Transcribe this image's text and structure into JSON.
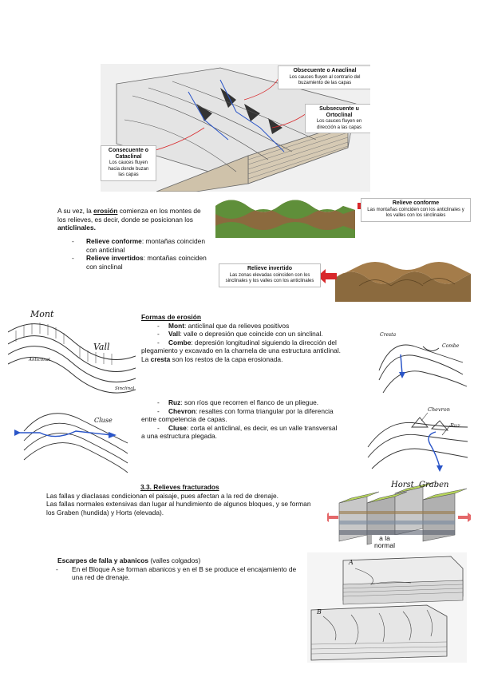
{
  "fig1": {
    "obsecuente_title": "Obsecuente o Anaclinal",
    "obsecuente_desc": "Los cauces fluyen al contrario del buzamiento de las capas",
    "subsecuente_title": "Subsecuente u Ortoclinal",
    "subsecuente_desc": "Los cauces fluyen en dirección a las capas",
    "consecuente_title": "Consecuente o Cataclinal",
    "consecuente_desc": "Los cauces fluyen hacia donde buzan las capas"
  },
  "intro": {
    "p1_pre": "A su vez,  la ",
    "p1_key": "erosión",
    "p1_post": " comienza en los montes de los relieves, es decir, donde se posicionan los ",
    "p1_key2": "anticlinales.",
    "items": [
      {
        "bullet": "-",
        "key": "Relieve conforme",
        "text": ": montañas coinciden con anticlinal"
      },
      {
        "bullet": "-",
        "key": "Relieve invertidos",
        "text": ": montañas coinciden con sinclinal"
      }
    ]
  },
  "fig2": {
    "conforme_title": "Relieve conforme",
    "conforme_desc": "Las montañas coinciden con los anticlinales y los valles con los sinclinales",
    "invertido_title": "Relieve invertido",
    "invertido_desc": "Las zonas elevadas coinciden con los sinclinales y los valles con los anticlinales"
  },
  "erosion": {
    "heading": "Formas de erosión",
    "items": [
      {
        "key": "Mont",
        "text": ": anticlinal que da relieves positivos"
      },
      {
        "key": "Vall",
        "text": ": valle o depresión que coincide con un sinclinal."
      },
      {
        "key": "Combe",
        "text": ": depresión longitudinal siguiendo la dirección del plegamiento y excavado en la charnela de una estructura anticlinal."
      }
    ],
    "cresta_pre": "La ",
    "cresta_key": "cresta",
    "cresta_post": " son los restos de la capa erosionada.",
    "items2": [
      {
        "key": "Ruz",
        "text": ": son ríos que recorren el flanco de un pliegue."
      },
      {
        "key": "Chevron",
        "text": ": resaltes con forma triangular por la diferencia entre competencia de capas."
      },
      {
        "key": "Cluse",
        "text": ": corta el anticlinal, es decir, es un valle transversal a una estructura plegada."
      }
    ]
  },
  "figs_erosion": {
    "mont": "Mont",
    "vall": "Vall",
    "anticlinal": "Anticlinal",
    "sinclinal": "Sinclinal",
    "cresta": "Cresta",
    "combe": "Combe",
    "cluse": "Cluse",
    "chevron": "Chevron",
    "ruz": "Ruz"
  },
  "fracturados": {
    "heading": "3.3. Relieves fracturados",
    "p1": "Las fallas y diaclasas condicionan el paisaje, pues afectan a la red de drenaje.",
    "p2": "Las fallas normales extensivas dan lugar al hundimiento de algunos bloques, y se forman los Graben (hundida) y Horts (elevada).",
    "horst": "Horst",
    "graben": "Graben",
    "falla": "a la normal"
  },
  "escarpes": {
    "heading": "Escarpes de falla y abanicos",
    "heading_post": " (valles colgados)",
    "item": "En el Bloque A se forman abanicos y en el B se produce el encajamiento de una red de drenaje.",
    "label_a": "A",
    "label_b": "B"
  },
  "colors": {
    "arrow_red": "#d8282b",
    "brown": "#8b6a3e",
    "green": "#5f8f3a",
    "blue": "#2a55c8"
  }
}
